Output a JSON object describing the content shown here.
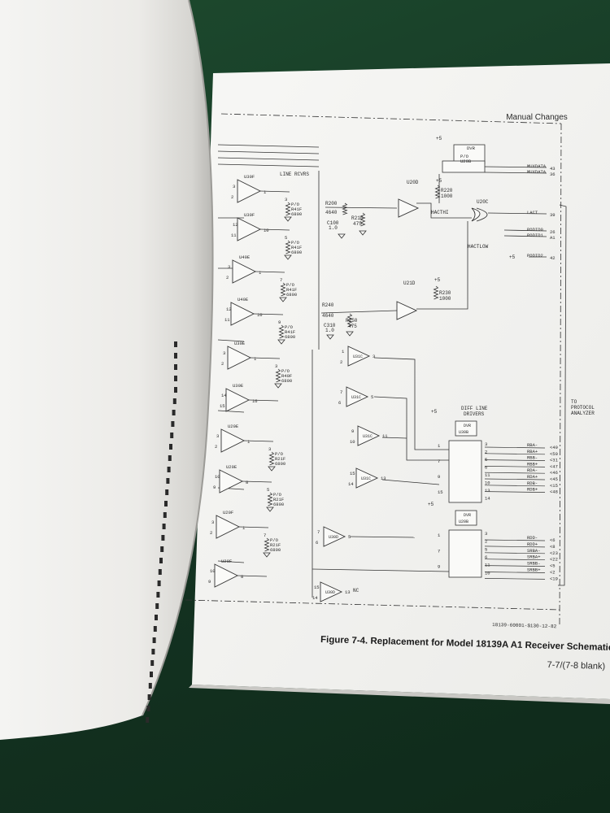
{
  "header": {
    "section_title": "Manual Changes"
  },
  "figure": {
    "caption": "Figure 7-4. Replacement for Model 18139A A1 Receiver Schematic",
    "page_number": "7-7/(7-8 blank)",
    "drawing_number": "18139-60001-$130-12-82"
  },
  "schematic": {
    "section_label": "LINE RCVRS",
    "diff_drivers_label": [
      "DIFF LINE",
      "DRIVERS"
    ],
    "to_analyzer_label": [
      "TO",
      "PROTOCOL",
      "ANALYZER"
    ],
    "nc_label": "NC",
    "receivers": [
      {
        "ref": "U30F",
        "pin_a": "3",
        "pin_b": "2",
        "pin_out": "1",
        "res_ref": "P/O",
        "res_name": "R41F",
        "res_val": "6800",
        "res_pin": "3"
      },
      {
        "ref": "U30F",
        "pin_a": "12",
        "pin_b": "11",
        "pin_out": "10",
        "res_ref": "P/O",
        "res_name": "R41F",
        "res_val": "6800",
        "res_pin": "5"
      },
      {
        "ref": "U40E",
        "pin_a": "3",
        "pin_b": "2",
        "pin_out": "1",
        "res_ref": "P/O",
        "res_name": "R41F",
        "res_val": "6800",
        "res_pin": "7"
      },
      {
        "ref": "U40E",
        "pin_a": "12",
        "pin_b": "11",
        "pin_out": "10",
        "res_ref": "P/O",
        "res_name": "R41F",
        "res_val": "6800",
        "res_pin": "9"
      },
      {
        "ref": "U30E",
        "pin_a": "3",
        "pin_b": "2",
        "pin_out": "1",
        "res_ref": "P/O",
        "res_name": "R40F",
        "res_val": "6800",
        "res_pin": "3"
      },
      {
        "ref": "U30E",
        "pin_a": "14",
        "pin_b": "15",
        "pin_out": "16",
        "res_ref": "",
        "res_name": "",
        "res_val": "",
        "res_pin": ""
      },
      {
        "ref": "U20E",
        "pin_a": "3",
        "pin_b": "2",
        "pin_out": "1",
        "res_ref": "P/O",
        "res_name": "R21F",
        "res_val": "6800",
        "res_pin": "3"
      },
      {
        "ref": "U20E",
        "pin_a": "10",
        "pin_b": "9",
        "pin_out": "8",
        "res_ref": "P/O",
        "res_name": "R21F",
        "res_val": "6800",
        "res_pin": "5"
      },
      {
        "ref": "U20F",
        "pin_a": "3",
        "pin_b": "2",
        "pin_out": "1",
        "res_ref": "P/O",
        "res_name": "R21F",
        "res_val": "6800",
        "res_pin": "7"
      },
      {
        "ref": "U20F",
        "pin_a": "10",
        "pin_b": "9",
        "pin_out": "8",
        "res_ref": "",
        "res_name": "",
        "res_val": "",
        "res_pin": ""
      }
    ],
    "top_components": {
      "r200": [
        "R200",
        "4640"
      ],
      "c100": [
        "C100",
        "1.0"
      ],
      "r210": [
        "R210",
        "475"
      ],
      "u200": "U20D",
      "r220": [
        "R220",
        "1000"
      ],
      "u20c": "U20C",
      "hacthi": "HACTHI",
      "hactlow": "HACTLOW",
      "u210": "U21D",
      "r230": [
        "R230",
        "1000"
      ],
      "r240": [
        "R240",
        "4640"
      ],
      "c310": [
        "C310",
        "1.0"
      ],
      "r250": [
        "R250",
        "475"
      ],
      "plus5": "+5",
      "dvr_top": [
        "DVR",
        "P/O",
        "U20B"
      ]
    },
    "buffers": [
      {
        "ref": "U31C",
        "in": "1",
        "in2": "2",
        "out": "3"
      },
      {
        "ref": "U31C",
        "in": "7",
        "in2": "6",
        "out": "5"
      },
      {
        "ref": "U31C",
        "in": "9",
        "in2": "10",
        "out": "11"
      },
      {
        "ref": "U31C",
        "in": "15",
        "in2": "14",
        "out": "13"
      },
      {
        "ref": "U30D",
        "in": "7",
        "in2": "6",
        "out": "5"
      },
      {
        "ref": "U30D",
        "in": "15",
        "in2": "14",
        "out": "13"
      }
    ],
    "driver_blocks": [
      {
        "ref": "U30B",
        "pins_in": [
          "1",
          "7",
          "9",
          "15"
        ],
        "pins_out": [
          "3",
          "2",
          "5",
          "6",
          "11",
          "10",
          "13",
          "14"
        ]
      },
      {
        "ref": "U20B",
        "pins_in": [
          "1",
          "7",
          "9"
        ],
        "pins_out": [
          "3",
          "2",
          "5",
          "6",
          "11",
          "10"
        ]
      }
    ],
    "top_outputs": [
      {
        "name": "MUXDATA",
        "pin": "43"
      },
      {
        "name": "MUXDATA",
        "pin": "36"
      },
      {
        "name": "LACT",
        "pin": "39"
      },
      {
        "name": "PODID0",
        "pin": "26"
      },
      {
        "name": "PODID1",
        "pin": "A1"
      },
      {
        "name": "PODID2",
        "pin": "42"
      }
    ],
    "diff_outputs": [
      {
        "name": "RBA-",
        "pin": "49"
      },
      {
        "name": "RBA+",
        "pin": "50"
      },
      {
        "name": "RBB-",
        "pin": "31"
      },
      {
        "name": "RBB+",
        "pin": "47"
      },
      {
        "name": "RDA-",
        "pin": "46"
      },
      {
        "name": "RDA+",
        "pin": "45"
      },
      {
        "name": "RDB-",
        "pin": "15"
      },
      {
        "name": "RDB+",
        "pin": "48"
      }
    ],
    "diff_outputs_2": [
      {
        "name": "RDD-",
        "pin": "6"
      },
      {
        "name": "RDD+",
        "pin": "8"
      },
      {
        "name": "SRBA-",
        "pin": "23"
      },
      {
        "name": "SRBA+",
        "pin": "22"
      },
      {
        "name": "SRBB-",
        "pin": "5"
      },
      {
        "name": "SRBB+",
        "pin": "2"
      },
      {
        "name": "",
        "pin": "19"
      }
    ]
  }
}
